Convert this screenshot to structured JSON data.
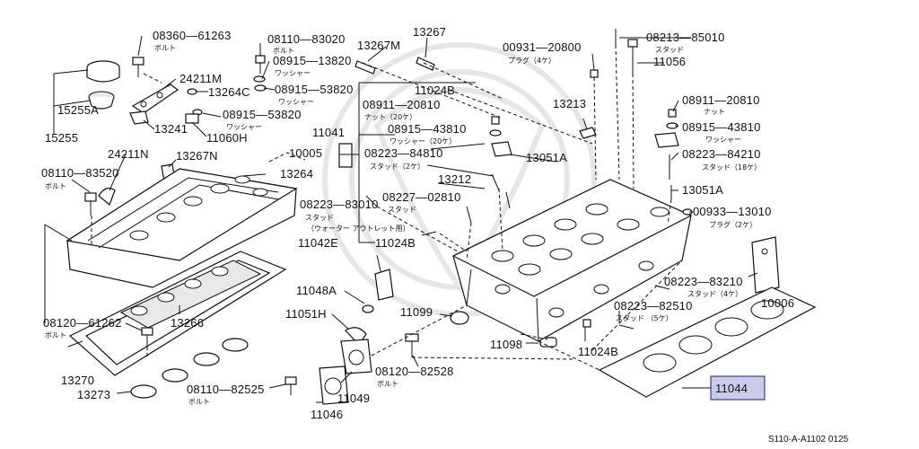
{
  "labels": [
    {
      "id": "l01",
      "text": "08360—61263"
    },
    {
      "id": "l02",
      "text": "ボルト"
    },
    {
      "id": "l03",
      "text": "08110—83020"
    },
    {
      "id": "l04",
      "text": "ボルト"
    },
    {
      "id": "l05",
      "text": "13267M"
    },
    {
      "id": "l06",
      "text": "13267"
    },
    {
      "id": "l07",
      "text": "08915—13820"
    },
    {
      "id": "l08",
      "text": "ワッシャー"
    },
    {
      "id": "l09",
      "text": "00931—20800"
    },
    {
      "id": "l10",
      "text": "プラグ（4ケ）"
    },
    {
      "id": "l11",
      "text": "08213—85010"
    },
    {
      "id": "l12",
      "text": "スタッド"
    },
    {
      "id": "l13",
      "text": "11056"
    },
    {
      "id": "l14",
      "text": "24211M"
    },
    {
      "id": "l15",
      "text": "13264C"
    },
    {
      "id": "l16",
      "text": "08915—53820"
    },
    {
      "id": "l17",
      "text": "ワッシャー"
    },
    {
      "id": "l18",
      "text": "11024B"
    },
    {
      "id": "l19",
      "text": "08911—20810"
    },
    {
      "id": "l20",
      "text": "ナット（20ケ）"
    },
    {
      "id": "l21",
      "text": "13213"
    },
    {
      "id": "l22",
      "text": "08911—20810"
    },
    {
      "id": "l23",
      "text": "ナット"
    },
    {
      "id": "l24",
      "text": "15255A"
    },
    {
      "id": "l25",
      "text": "08915—53820"
    },
    {
      "id": "l26",
      "text": "ワッシャー"
    },
    {
      "id": "l27",
      "text": "08915—43810"
    },
    {
      "id": "l28",
      "text": "ワッシャー（20ケ）"
    },
    {
      "id": "l29",
      "text": "08915—43810"
    },
    {
      "id": "l30",
      "text": "ワッシャー"
    },
    {
      "id": "l31",
      "text": "13241"
    },
    {
      "id": "l32",
      "text": "11060H"
    },
    {
      "id": "l33",
      "text": "15255"
    },
    {
      "id": "l34",
      "text": "11041"
    },
    {
      "id": "l35",
      "text": "10005"
    },
    {
      "id": "l36",
      "text": "08223—84810"
    },
    {
      "id": "l37",
      "text": "スタッド（2ケ）"
    },
    {
      "id": "l38",
      "text": "13051A"
    },
    {
      "id": "l39",
      "text": "08223—84210"
    },
    {
      "id": "l40",
      "text": "スタッド（18ケ）"
    },
    {
      "id": "l41",
      "text": "24211N"
    },
    {
      "id": "l42",
      "text": "13267N"
    },
    {
      "id": "l43",
      "text": "08110—83520"
    },
    {
      "id": "l44",
      "text": "ボルト"
    },
    {
      "id": "l45",
      "text": "13264"
    },
    {
      "id": "l46",
      "text": "13212"
    },
    {
      "id": "l47",
      "text": "13051A"
    },
    {
      "id": "l48",
      "text": "08223—83010"
    },
    {
      "id": "l49",
      "text": "08227—02810"
    },
    {
      "id": "l50",
      "text": "スタッド"
    },
    {
      "id": "l51",
      "text": "スタッド"
    },
    {
      "id": "l52",
      "text": "（ウォーター アウトレット用）"
    },
    {
      "id": "l53",
      "text": "00933—13010"
    },
    {
      "id": "l54",
      "text": "プラグ（2ケ）"
    },
    {
      "id": "l55",
      "text": "11042E"
    },
    {
      "id": "l56",
      "text": "11024B"
    },
    {
      "id": "l57",
      "text": "11048A"
    },
    {
      "id": "l58",
      "text": "08223—83210"
    },
    {
      "id": "l59",
      "text": "スタッド（4ケ）"
    },
    {
      "id": "l60",
      "text": "10006"
    },
    {
      "id": "l61",
      "text": "11051H"
    },
    {
      "id": "l62",
      "text": "11099"
    },
    {
      "id": "l63",
      "text": "08223—82510"
    },
    {
      "id": "l64",
      "text": "スタッド （5ケ）"
    },
    {
      "id": "l65",
      "text": "08120—61262"
    },
    {
      "id": "l66",
      "text": "ボルト"
    },
    {
      "id": "l67",
      "text": "13266"
    },
    {
      "id": "l68",
      "text": "11098"
    },
    {
      "id": "l69",
      "text": "11024B"
    },
    {
      "id": "l70",
      "text": "08120—82528"
    },
    {
      "id": "l71",
      "text": "ボルト"
    },
    {
      "id": "l72",
      "text": "13270"
    },
    {
      "id": "l73",
      "text": "08110—82525"
    },
    {
      "id": "l74",
      "text": "ボルト"
    },
    {
      "id": "l75",
      "text": "13273"
    },
    {
      "id": "l76",
      "text": "11049"
    },
    {
      "id": "l77",
      "text": "11046"
    },
    {
      "id": "l78",
      "text": "11044"
    },
    {
      "id": "l79",
      "text": "S110-A-A1102 0125"
    }
  ],
  "highlight": {
    "label_id": "l78",
    "fill": "#c9cbe8",
    "stroke": "#1a1d8a"
  },
  "icons": [
    "bolt-icon",
    "washer-icon",
    "stud-icon",
    "nut-icon",
    "plug-icon"
  ]
}
